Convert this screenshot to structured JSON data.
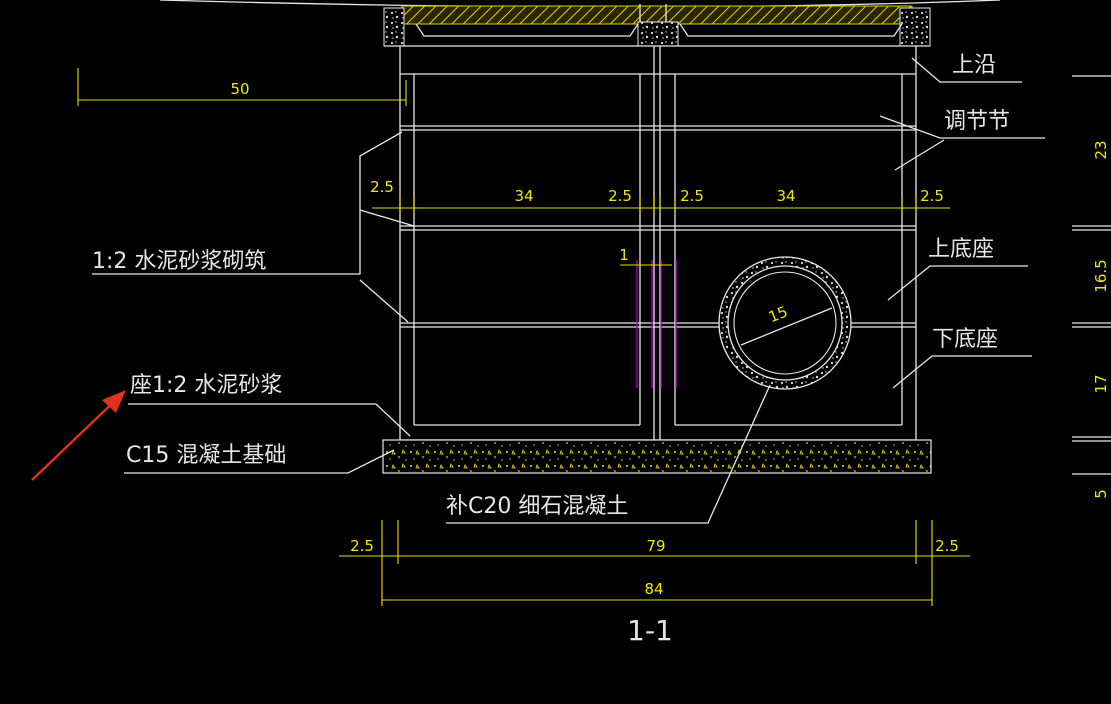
{
  "labels": {
    "top_edge": "上沿",
    "adjust_section": "调节节",
    "upper_base": "上底座",
    "lower_base": "下底座",
    "masonry": "1:2 水泥砂浆砌筑",
    "mortar_seat": "座1:2 水泥砂浆",
    "foundation": "C15 混凝土基础",
    "fill_concrete": "补C20 细石混凝土",
    "section_title": "1-1"
  },
  "dims": {
    "d50": "50",
    "d2_5_a": "2.5",
    "d34_a": "34",
    "d2_5_b": "2.5",
    "d2_5_c": "2.5",
    "d34_b": "34",
    "d2_5_d": "2.5",
    "d1": "1",
    "d15": "15",
    "d2_5_e": "2.5",
    "d79": "79",
    "d2_5_f": "2.5",
    "d84": "84"
  },
  "right_edge_dims": [
    "23",
    "16.5",
    "17",
    "5"
  ],
  "colors": {
    "background": "#000000",
    "lines": "#e8e8e8",
    "dimensions": "#e8e000",
    "hatch": "#e0d400",
    "rebar": "#b000c8",
    "arrow": "#e0301e"
  }
}
